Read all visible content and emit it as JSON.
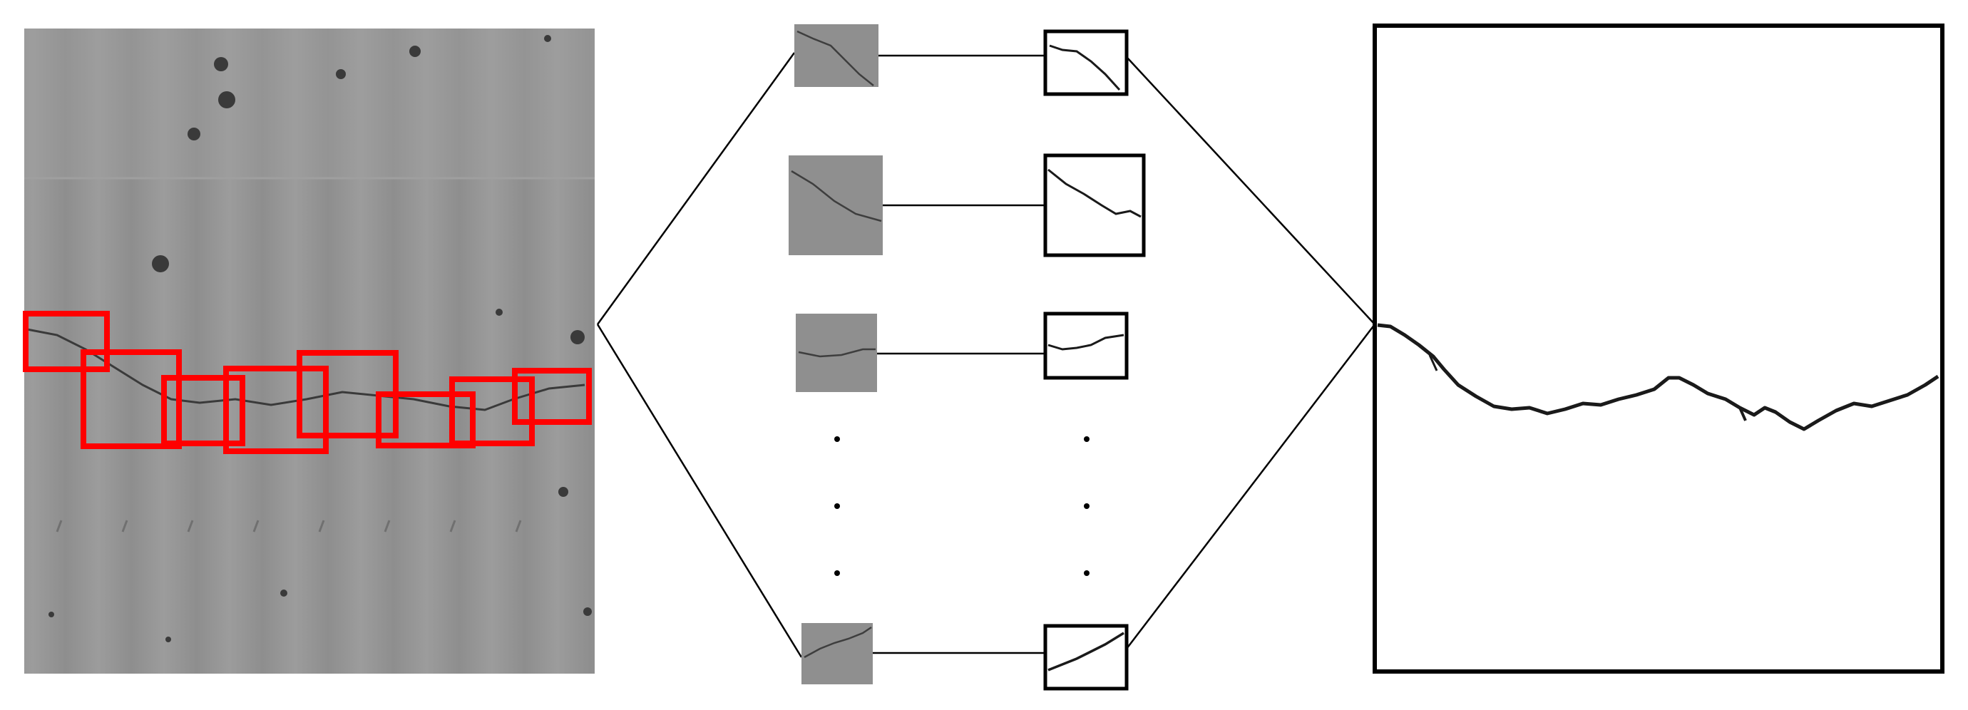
{
  "colors": {
    "background": "#ffffff",
    "panel_gray": "#8f8f8f",
    "panel_gray_light": "#9a9a9a",
    "panel_gray_dark": "#858585",
    "detection_box": "#ff0000",
    "crack": "#3a3a3a",
    "crack_mask": "#1a1a1a",
    "line": "#000000"
  },
  "source_image": {
    "detection_boxes": 8
  },
  "crop_pairs": {
    "shown": 4,
    "ellipsis_rows": 3
  },
  "icons": {
    "ellipsis": "vertical-dots-icon"
  }
}
